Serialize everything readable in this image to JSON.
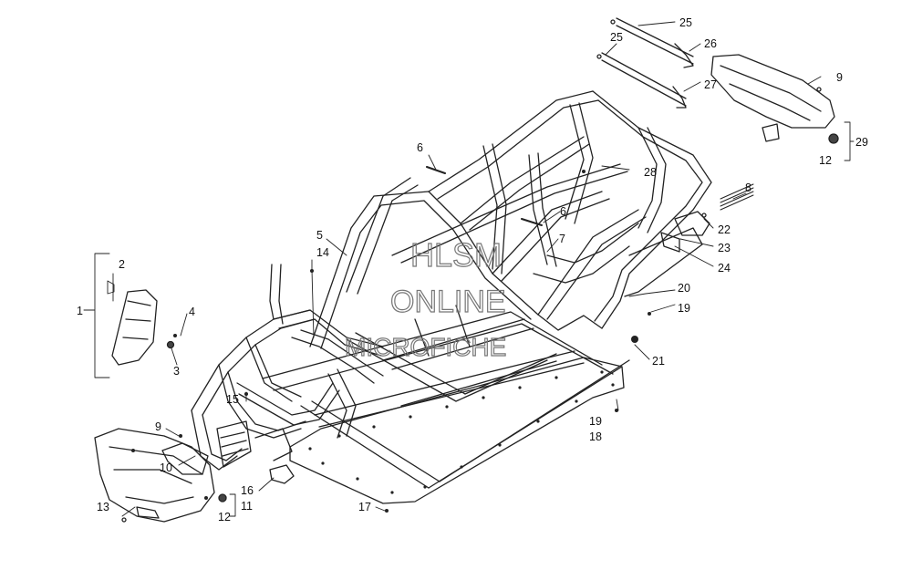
{
  "diagram": {
    "watermark": [
      "HLSM",
      "ONLINE",
      "MICROFICHE"
    ],
    "callouts": [
      {
        "id": "c1",
        "label": "1"
      },
      {
        "id": "c2",
        "label": "2"
      },
      {
        "id": "c3",
        "label": "3"
      },
      {
        "id": "c4",
        "label": "4"
      },
      {
        "id": "c5",
        "label": "5"
      },
      {
        "id": "c6a",
        "label": "6"
      },
      {
        "id": "c6b",
        "label": "6"
      },
      {
        "id": "c7",
        "label": "7"
      },
      {
        "id": "c8",
        "label": "8"
      },
      {
        "id": "c9a",
        "label": "9"
      },
      {
        "id": "c9b",
        "label": "9"
      },
      {
        "id": "c10",
        "label": "10"
      },
      {
        "id": "c11",
        "label": "11"
      },
      {
        "id": "c12a",
        "label": "12"
      },
      {
        "id": "c12b",
        "label": "12"
      },
      {
        "id": "c13",
        "label": "13"
      },
      {
        "id": "c14",
        "label": "14"
      },
      {
        "id": "c15",
        "label": "15"
      },
      {
        "id": "c16",
        "label": "16"
      },
      {
        "id": "c17",
        "label": "17"
      },
      {
        "id": "c18",
        "label": "18"
      },
      {
        "id": "c19a",
        "label": "19"
      },
      {
        "id": "c19b",
        "label": "19"
      },
      {
        "id": "c20",
        "label": "20"
      },
      {
        "id": "c21",
        "label": "21"
      },
      {
        "id": "c22",
        "label": "22"
      },
      {
        "id": "c23",
        "label": "23"
      },
      {
        "id": "c24",
        "label": "24"
      },
      {
        "id": "c25a",
        "label": "25"
      },
      {
        "id": "c25b",
        "label": "25"
      },
      {
        "id": "c26",
        "label": "26"
      },
      {
        "id": "c27",
        "label": "27"
      },
      {
        "id": "c28",
        "label": "28"
      },
      {
        "id": "c29",
        "label": "29"
      }
    ]
  }
}
